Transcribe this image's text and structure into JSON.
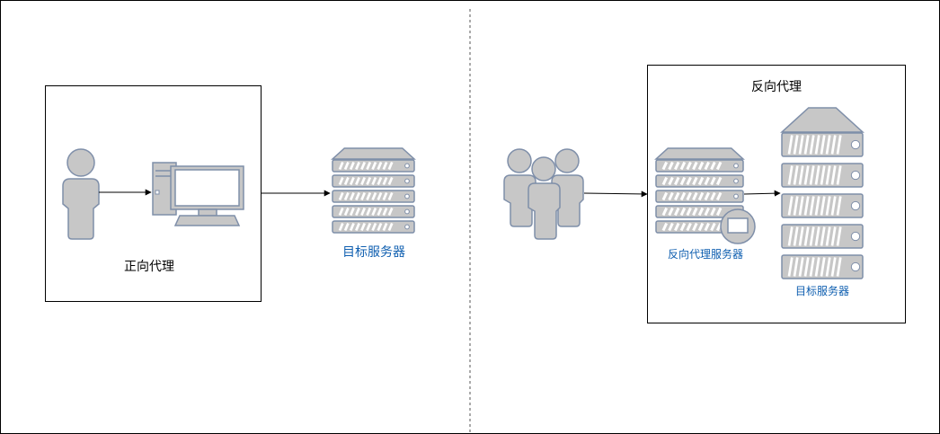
{
  "forward_proxy": {
    "title": "正向代理",
    "target_label": "目标服务器"
  },
  "reverse_proxy": {
    "title": "反向代理",
    "proxy_label": "反向代理服务器",
    "target_label": "目标服务器"
  },
  "icons": {
    "person": "person-icon",
    "computer": "desktop-computer-icon",
    "server": "server-rack-icon",
    "users": "user-group-icon"
  },
  "colors": {
    "icon_fill": "#c7c7c7",
    "icon_stroke": "#7f8fa9",
    "slot_stroke": "#6b7f9e",
    "label_blue": "#0f5fb0",
    "border": "#000000"
  }
}
